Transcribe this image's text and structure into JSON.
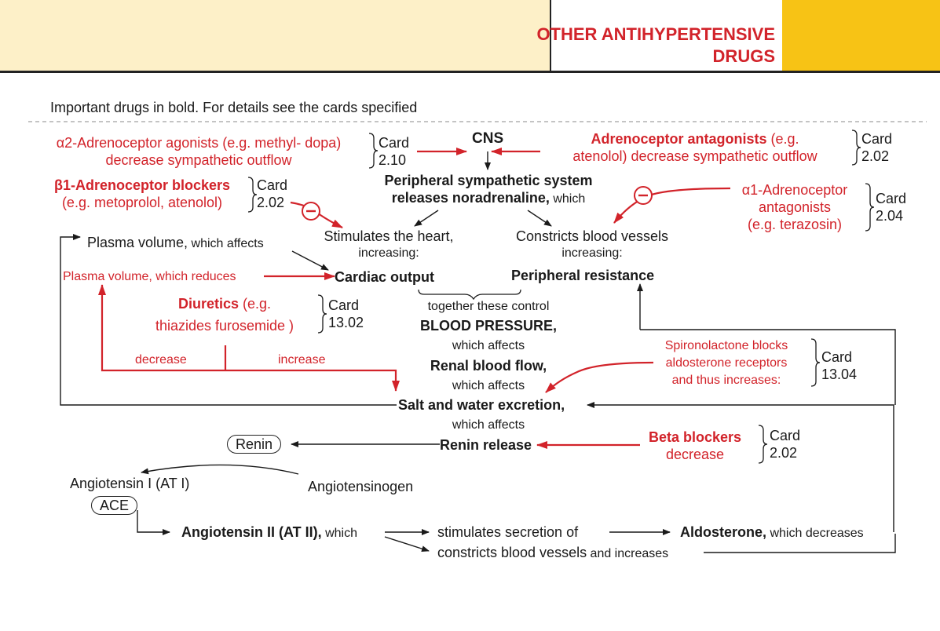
{
  "header": {
    "title_line1": "OTHER ANTIHYPERTENSIVE",
    "title_line2": "DRUGS"
  },
  "intro": "Important drugs in bold. For details see the cards specified",
  "colors": {
    "red": "#d2232a",
    "banner_yellow": "#f7c315",
    "banner_cream": "#fdf0c8"
  },
  "nodes": {
    "a2_line1": "α2-Adrenoceptor agonists (e.g. methyl- dopa)",
    "a2_line2": "decrease sympathetic outflow",
    "card_210": [
      "Card",
      "2.10"
    ],
    "cns": "CNS",
    "antag_bold": "Adrenoceptor antagonists",
    "antag_rest1": " (e.g.",
    "antag_line2": "atenolol) decrease sympathetic outflow",
    "card_202a": [
      "Card",
      "2.02"
    ],
    "b1_bold": "β1-Adrenoceptor blockers",
    "b1_line2": "(e.g. metoprolol, atenolol)",
    "card_202b": [
      "Card",
      "2.02"
    ],
    "pss_line1": "Peripheral sympathetic system",
    "pss_line2_bold": "releases noradrenaline,",
    "pss_line2_rest": " which",
    "alpha1_line1": "α1-Adrenoceptor",
    "alpha1_line2": "antagonists",
    "alpha1_line3": "(e.g. terazosin)",
    "card_204": [
      "Card",
      "2.04"
    ],
    "plasma_vol_a": "Plasma volume,",
    "plasma_vol_b": " which affects",
    "heart_line1": "Stimulates the heart,",
    "heart_line2": "increasing:",
    "vessels_line1": "Constricts blood vessels",
    "vessels_line2": "increasing:",
    "plasma_reduce": "Plasma volume, which reduces",
    "cardiac_output": "Cardiac output",
    "peripheral_res": "Peripheral resistance",
    "diur_bold": "Diuretics",
    "diur_rest": " (e.g.",
    "diur_line2": "thiazides furosemide )",
    "card_1302": [
      "Card",
      "13.02"
    ],
    "together": "together these control",
    "bp": "BLOOD PRESSURE,",
    "which_affects_1": "which affects",
    "renal": "Renal blood flow,",
    "which_affects_2": "which affects",
    "decrease": "decrease",
    "increase": "increase",
    "spiro_line1": "Spironolactone blocks",
    "spiro_line2": "aldosterone receptors",
    "spiro_line3": "and thus increases:",
    "card_1304": [
      "Card",
      "13.04"
    ],
    "salt": "Salt and water excretion,",
    "which_affects_3": "which affects",
    "renin": "Renin",
    "renin_release": "Renin release",
    "beta_bold": "Beta blockers",
    "beta_line2": "decrease",
    "card_202c": [
      "Card",
      "2.02"
    ],
    "ang1": "Angiotensin I (AT I)",
    "angiotensinogen": "Angiotensinogen",
    "ace": "ACE",
    "ang2_bold": "Angiotensin II (AT II),",
    "ang2_rest": " which",
    "stim_secretion": "stimulates secretion of",
    "aldo_bold": "Aldosterone,",
    "aldo_rest": " which decreases",
    "constricts_a": "constricts blood vessels",
    "constricts_b": " and increases"
  }
}
